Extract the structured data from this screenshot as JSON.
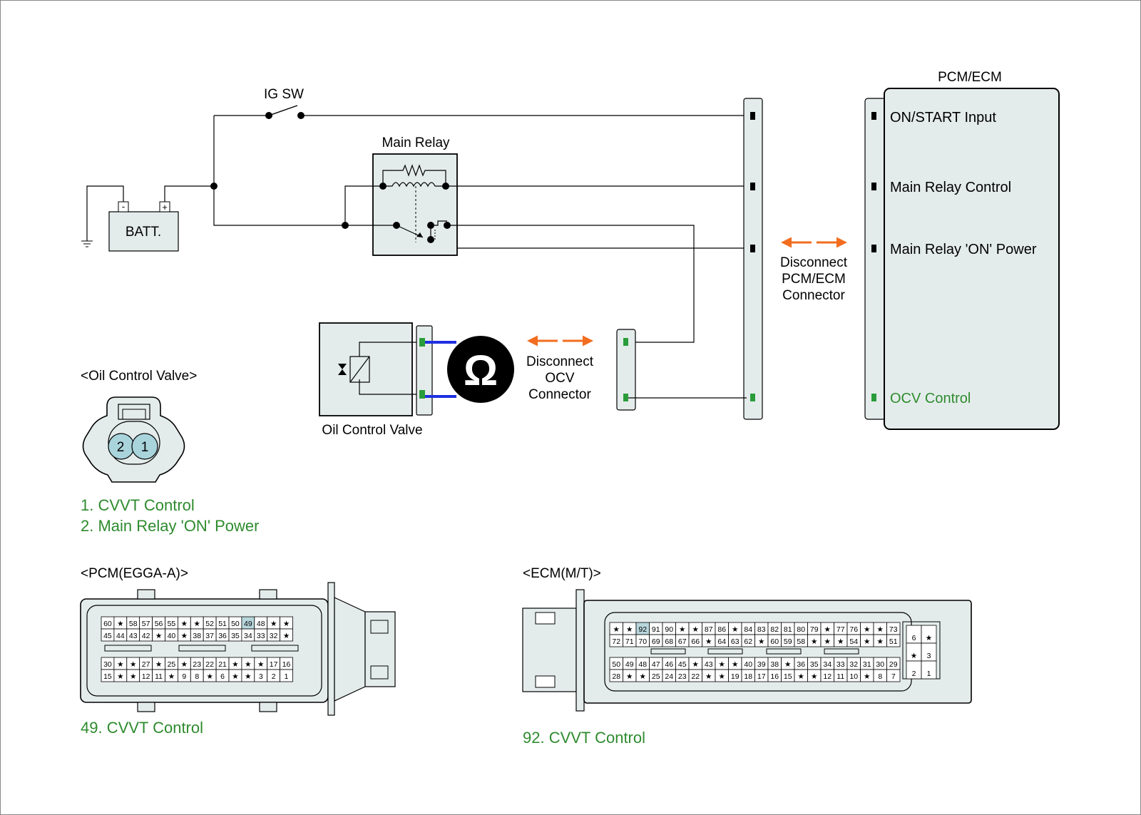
{
  "labels": {
    "ig_sw": "IG SW",
    "main_relay": "Main Relay",
    "batt": "BATT.",
    "batt_minus": "-",
    "batt_plus": "+",
    "pcm_ecm": "PCM/ECM",
    "on_start_input": "ON/START Input",
    "main_relay_control": "Main Relay Control",
    "main_relay_on_power": "Main Relay 'ON' Power",
    "ocv_control": "OCV Control",
    "disconnect_pcm": [
      "Disconnect",
      "PCM/ECM",
      "Connector"
    ],
    "disconnect_ocv": [
      "Disconnect",
      "OCV",
      "Connector"
    ],
    "oil_control_valve": "Oil Control Valve",
    "ohm_symbol": "Ω"
  },
  "ocv_connector": {
    "heading": "<Oil Control Valve>",
    "pins": [
      "2",
      "1"
    ],
    "legend": [
      "1. CVVT Control",
      "2. Main Relay 'ON' Power"
    ]
  },
  "pcm_connector": {
    "heading": "<PCM(EGGA-A)>",
    "rows": [
      [
        "60",
        "★",
        "58",
        "57",
        "56",
        "55",
        "★",
        "★",
        "52",
        "51",
        "50",
        "49",
        "48",
        "★",
        "★"
      ],
      [
        "45",
        "44",
        "43",
        "42",
        "★",
        "40",
        "★",
        "38",
        "37",
        "36",
        "35",
        "34",
        "33",
        "32",
        "★"
      ],
      [
        "30",
        "★",
        "★",
        "27",
        "★",
        "25",
        "★",
        "23",
        "22",
        "21",
        "★",
        "★",
        "★",
        "17",
        "16"
      ],
      [
        "15",
        "★",
        "★",
        "12",
        "11",
        "★",
        "9",
        "8",
        "★",
        "6",
        "★",
        "★",
        "3",
        "2",
        "1"
      ]
    ],
    "highlight": "49",
    "caption": "49. CVVT Control"
  },
  "ecm_connector": {
    "heading": "<ECM(M/T)>",
    "rows": [
      [
        "★",
        "★",
        "92",
        "91",
        "90",
        "★",
        "★",
        "87",
        "86",
        "★",
        "84",
        "83",
        "82",
        "81",
        "80",
        "79",
        "★",
        "77",
        "76",
        "★",
        "★",
        "73"
      ],
      [
        "72",
        "71",
        "70",
        "69",
        "68",
        "67",
        "66",
        "★",
        "64",
        "63",
        "62",
        "★",
        "60",
        "59",
        "58",
        "★",
        "★",
        "★",
        "54",
        "★",
        "★",
        "51"
      ],
      [
        "50",
        "49",
        "48",
        "47",
        "46",
        "45",
        "★",
        "43",
        "★",
        "★",
        "40",
        "39",
        "38",
        "★",
        "36",
        "35",
        "34",
        "33",
        "32",
        "31",
        "30",
        "29"
      ],
      [
        "28",
        "★",
        "★",
        "25",
        "24",
        "23",
        "22",
        "★",
        "★",
        "19",
        "18",
        "17",
        "16",
        "15",
        "★",
        "★",
        "12",
        "11",
        "10",
        "★",
        "8",
        "7"
      ]
    ],
    "side_block": [
      [
        "6",
        "★"
      ],
      [
        "★",
        "3"
      ],
      [
        "2",
        "1"
      ]
    ],
    "highlight": "92",
    "caption": "92. CVVT Control"
  },
  "colors": {
    "box_fill": "#e4eceb",
    "pin_green": "#2a9d3a",
    "label_green": "#2e8b2e",
    "meter_wire": "#1f2fe0",
    "arrow_orange": "#f26d1f",
    "pin_highlight": "#b7d6dc",
    "ocv_pin_fill": "#a9d4dc"
  }
}
